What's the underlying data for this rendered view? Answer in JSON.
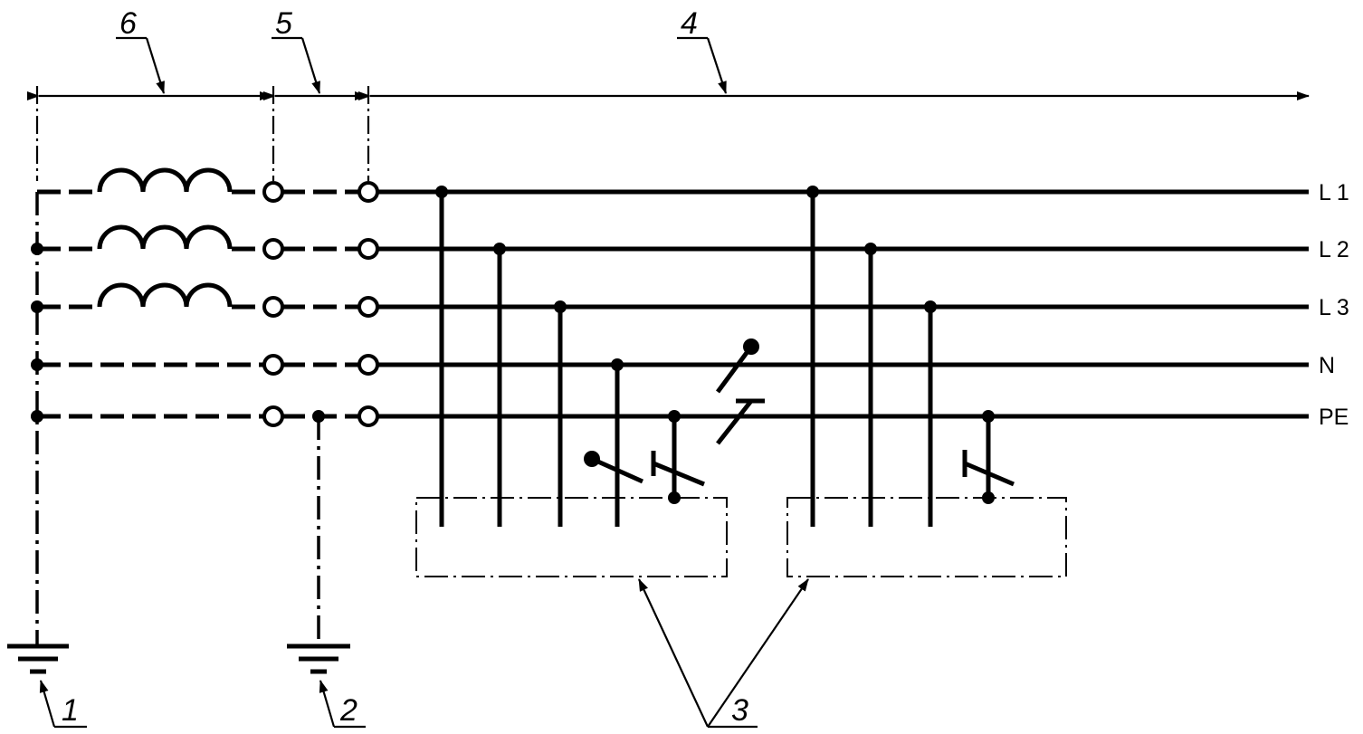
{
  "conductors": [
    {
      "id": "l1",
      "label": "L 1"
    },
    {
      "id": "l2",
      "label": "L 2"
    },
    {
      "id": "l3",
      "label": "L 3"
    },
    {
      "id": "n",
      "label": "N"
    },
    {
      "id": "pe",
      "label": "PE"
    }
  ],
  "callouts": {
    "c1": "1",
    "c2": "2",
    "c3": "3",
    "c4": "4",
    "c5": "5",
    "c6": "6"
  }
}
